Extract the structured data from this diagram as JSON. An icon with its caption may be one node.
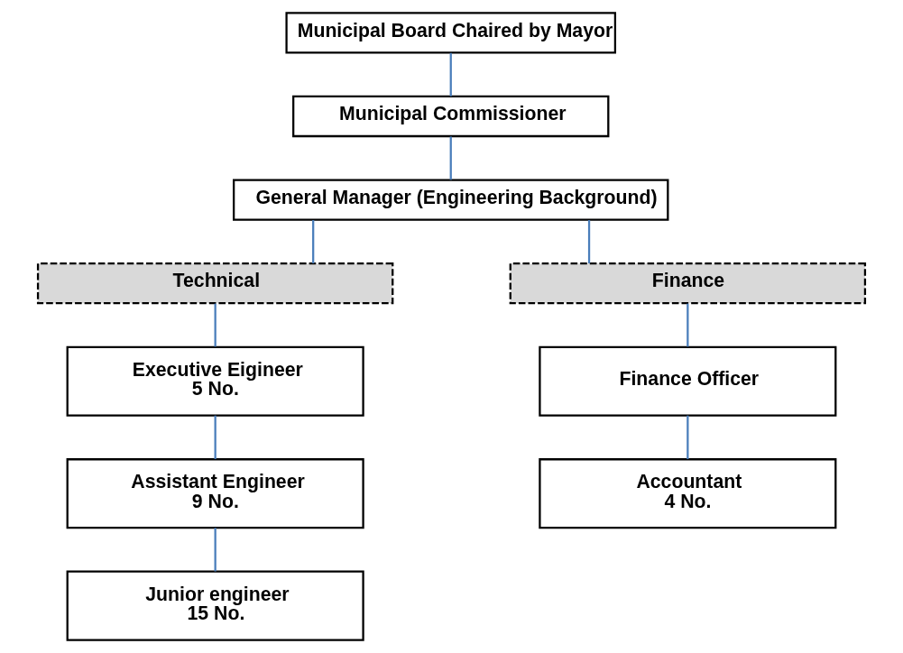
{
  "diagram": {
    "nodes": [
      {
        "text": [
          "Municipal Board Chaired by Mayor"
        ]
      },
      {
        "text": [
          "Municipal Commissioner"
        ]
      },
      {
        "text": [
          "General Manager (Engineering Background)"
        ]
      },
      {
        "text": [
          "Technical"
        ]
      },
      {
        "text": [
          "Finance"
        ]
      },
      {
        "text": [
          "Executive Eigineer",
          "5 No."
        ]
      },
      {
        "text": [
          "Finance Officer"
        ]
      },
      {
        "text": [
          "Assistant Engineer",
          "9 No."
        ]
      },
      {
        "text": [
          "Accountant",
          "4 No."
        ]
      },
      {
        "text": [
          "Junior engineer",
          "15 No."
        ]
      }
    ],
    "edges": [
      {
        "from": 0,
        "to": 1,
        "arrow": "none"
      },
      {
        "from": 1,
        "to": 2,
        "arrow": "none"
      },
      {
        "from": 2,
        "to": 3,
        "arrow": "none"
      },
      {
        "from": 2,
        "to": 4,
        "arrow": "none"
      },
      {
        "from": 3,
        "to": 5,
        "arrow": "none"
      },
      {
        "from": 5,
        "to": 7,
        "arrow": "none"
      },
      {
        "from": 7,
        "to": 9,
        "arrow": "none"
      },
      {
        "from": 4,
        "to": 6,
        "arrow": "none"
      },
      {
        "from": 6,
        "to": 8,
        "arrow": "none"
      }
    ]
  }
}
